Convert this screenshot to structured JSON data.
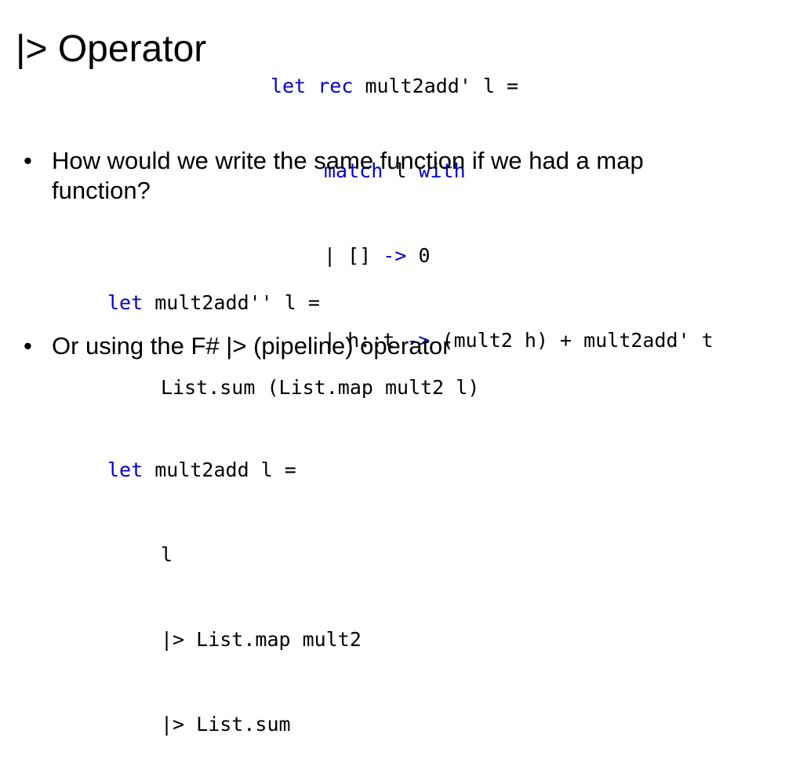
{
  "slide": {
    "title": "|> Operator",
    "bullet_glyph": "•"
  },
  "code_header": {
    "line1": {
      "kw1": "let",
      "kw2": "rec",
      "rest": "mult2add' l ="
    },
    "line2": {
      "kw1": "match",
      "mid": "l",
      "kw2": "with"
    },
    "line3": {
      "pre": "| []",
      "arrow": "->",
      "post": "0"
    },
    "line4": {
      "pre": "| h::t",
      "arrow": "->",
      "post": "(mult2 h) + mult2add' t"
    }
  },
  "bullets": [
    {
      "text": "How would we write the same function if we had a map function?"
    },
    {
      "text": "Or using the F# |> (pipeline) operator"
    }
  ],
  "code_block_1": {
    "line1": {
      "kw": "let",
      "rest": "mult2add'' l ="
    },
    "line2": {
      "text": "List.sum (List.map mult2 l)"
    }
  },
  "code_block_2": {
    "line1": {
      "kw": "let",
      "rest": "mult2add l ="
    },
    "line2": {
      "text": "l"
    },
    "line3": {
      "text": "|> List.map mult2"
    },
    "line4": {
      "text": "|> List.sum"
    }
  }
}
